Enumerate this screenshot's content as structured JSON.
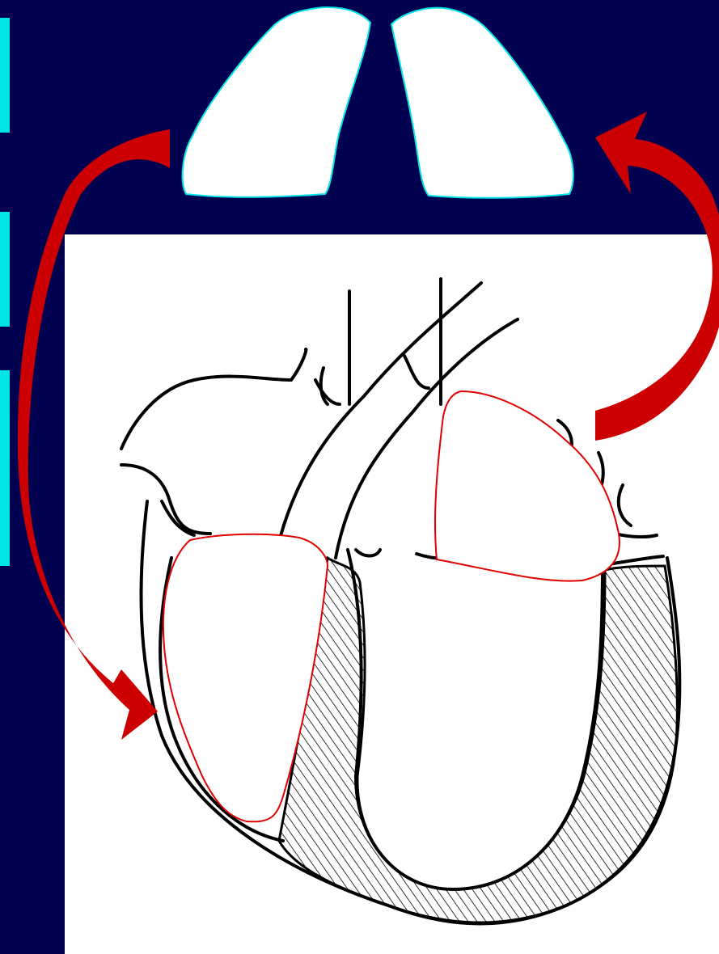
{
  "diagram": {
    "subject": "heart-and-lungs-circulation",
    "colors": {
      "background": "#000050",
      "accent_bar": "#00e5e5",
      "lung_fill": "#ffffff",
      "lung_outline": "#00e5e5",
      "arrow": "#dd0000",
      "chamber_outline": "#e00000",
      "ink": "#000000"
    },
    "elements": {
      "left_lung": "lung-left",
      "right_lung": "lung-right",
      "left_atrium": "left-atrium-highlight",
      "right_ventricle": "right-ventricle-highlight",
      "arrow_lungs_to_heart": "arrow-from-lungs",
      "arrow_heart_to_lungs": "arrow-to-lungs"
    }
  }
}
